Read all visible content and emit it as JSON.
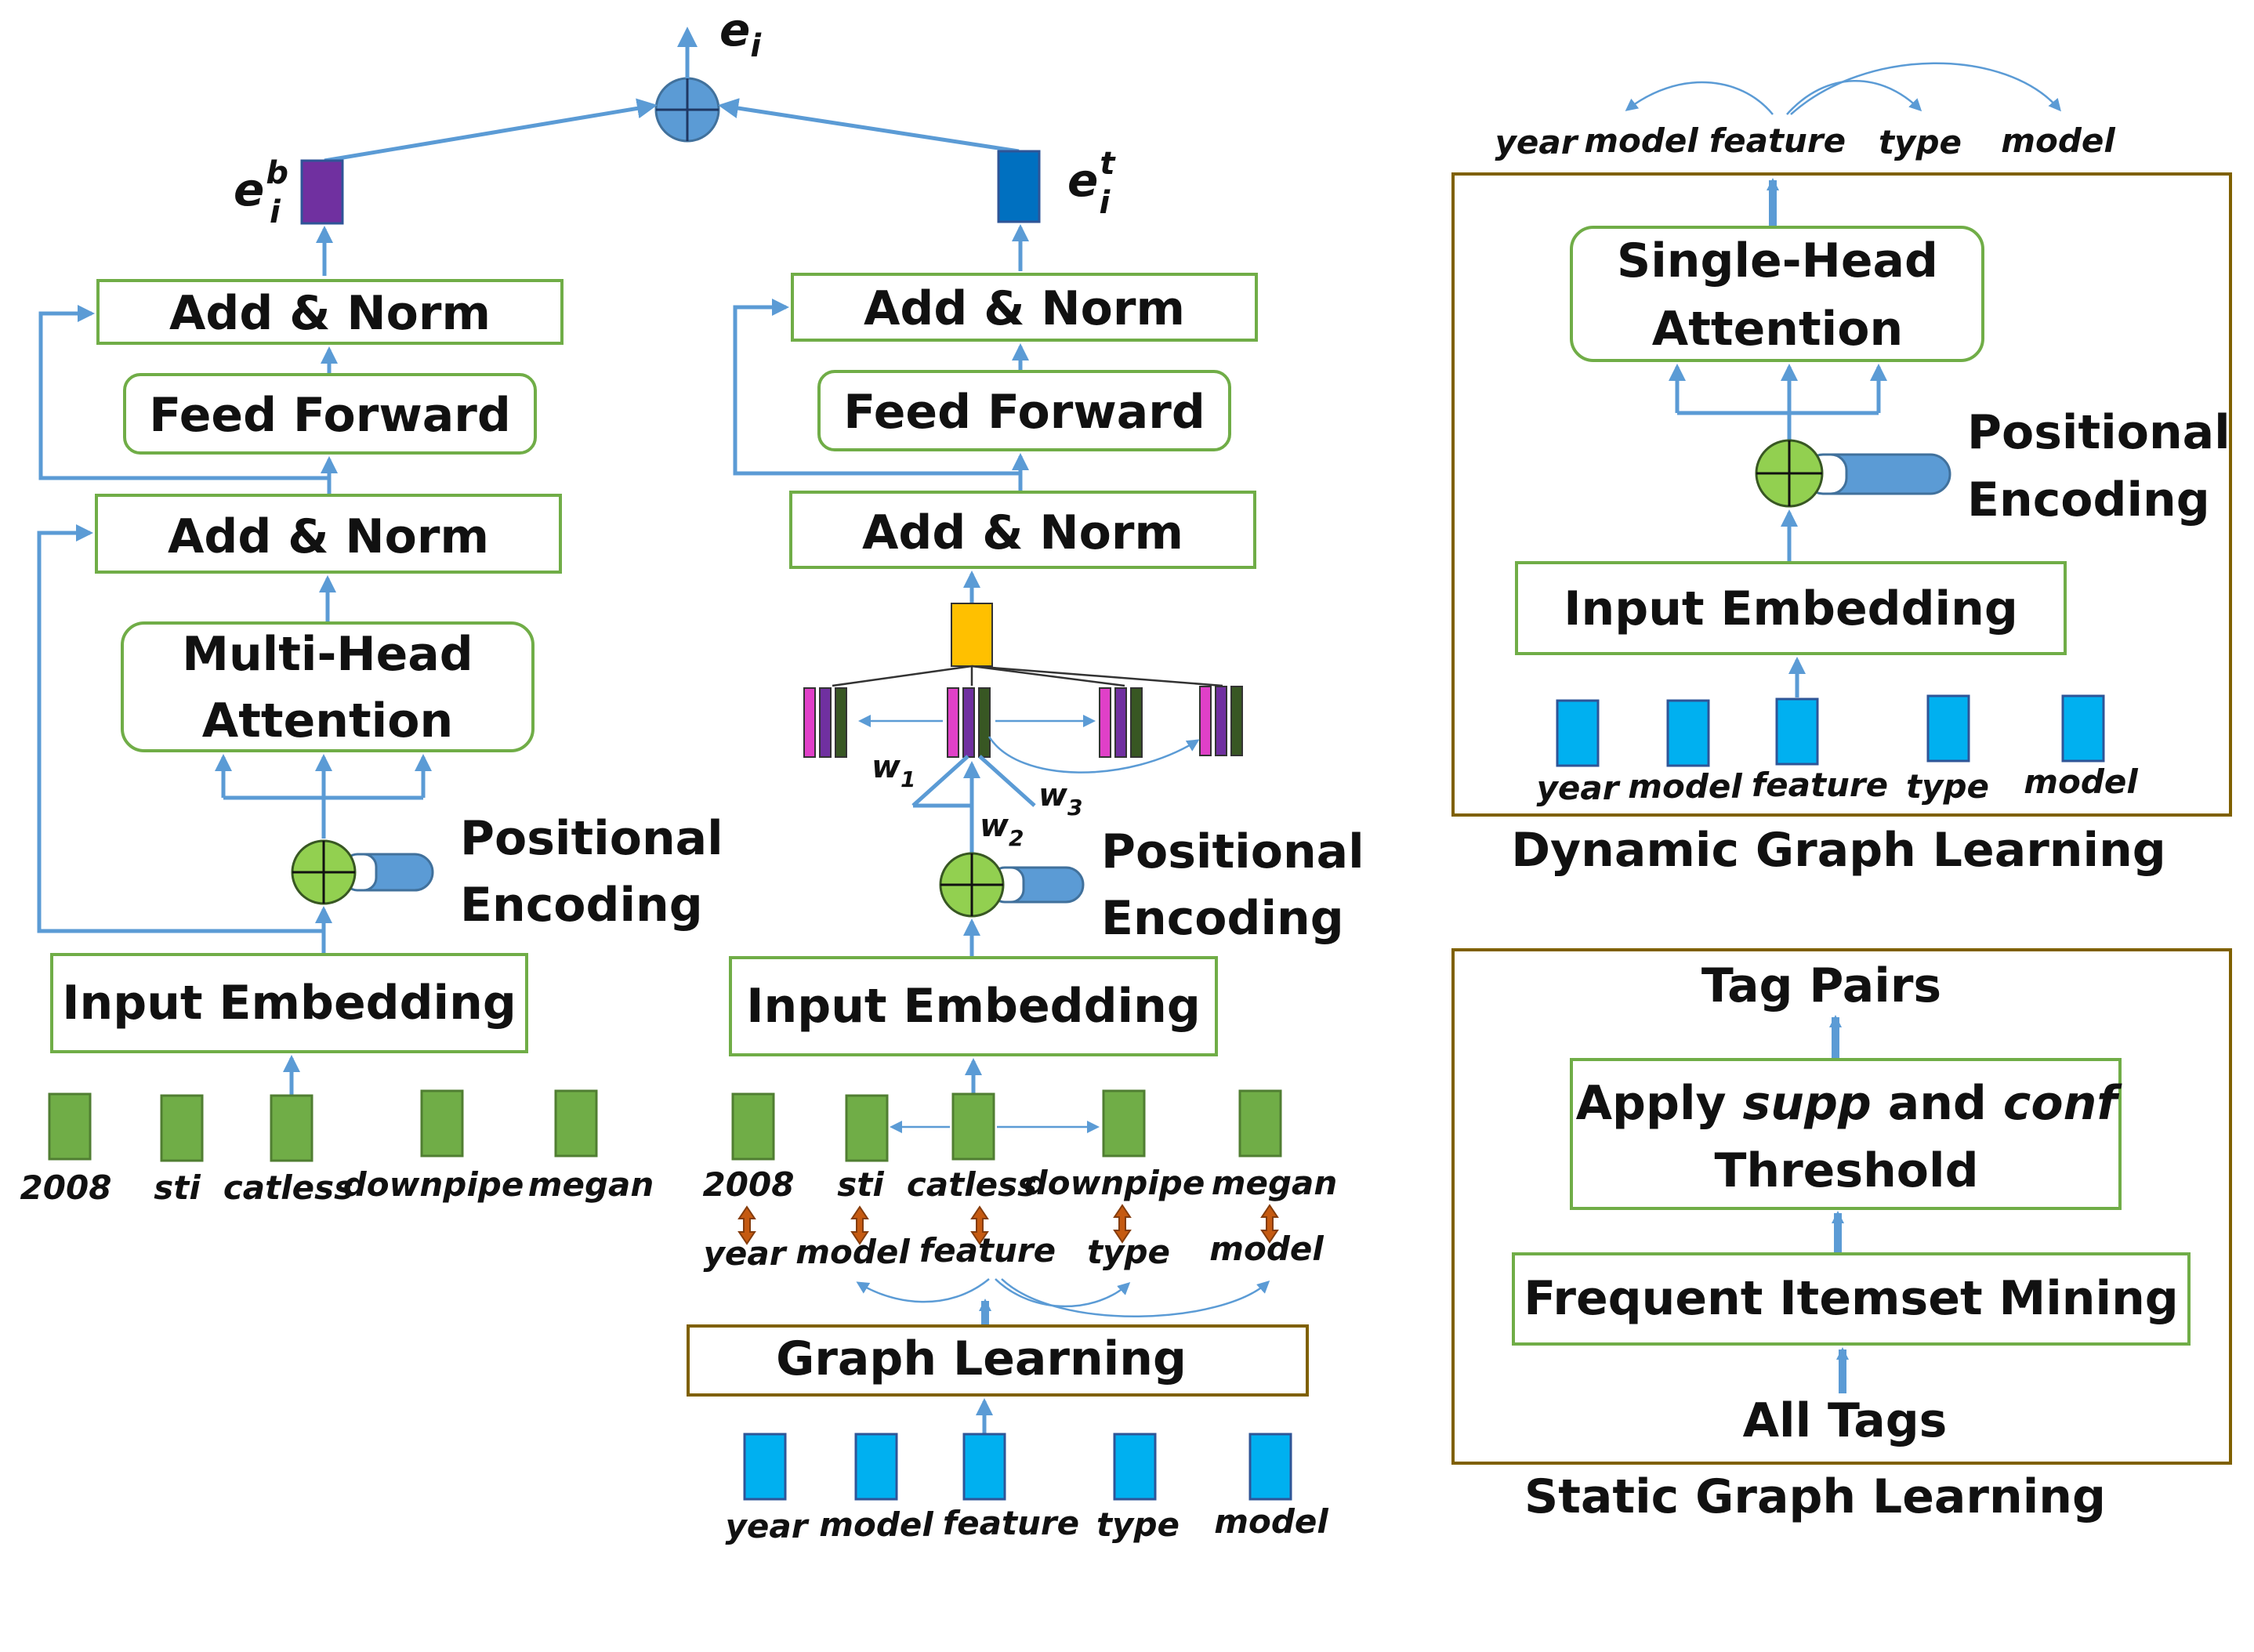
{
  "colors": {
    "arrow": "#5B9BD5",
    "box_border_green": "#70AD47",
    "box_border_brown": "#7F6000",
    "token_green": "#70AD47",
    "token_blue": "#00B0F0",
    "output_purple": "#7030A0",
    "output_blue": "#0070C0",
    "attention_orange": "#FFC000",
    "sum_blue": "#5B9BD5",
    "sum_green": "#92D050",
    "stripe_pink": "#E040C8",
    "stripe_purple": "#7030A0",
    "stripe_darkgreen": "#385723",
    "link_brown": "#843C0C"
  },
  "top": {
    "output_label": "e",
    "output_sub": "i"
  },
  "left_encoder": {
    "output_label": "e",
    "output_sup": "b",
    "output_sub": "i",
    "add_norm_top": "Add & Norm",
    "feed_forward": "Feed Forward",
    "add_norm_bottom": "Add & Norm",
    "attention_line1": "Multi-Head",
    "attention_line2": "Attention",
    "positional_line1": "Positional",
    "positional_line2": "Encoding",
    "input_embedding": "Input Embedding",
    "tokens": [
      "2008",
      "sti",
      "catless",
      "downpipe",
      "megan"
    ]
  },
  "middle_encoder": {
    "output_label": "e",
    "output_sup": "t",
    "output_sub": "i",
    "add_norm_top": "Add & Norm",
    "feed_forward": "Feed Forward",
    "add_norm_bottom": "Add & Norm",
    "weights": [
      {
        "base": "w",
        "sub": "1"
      },
      {
        "base": "w",
        "sub": "2"
      },
      {
        "base": "w",
        "sub": "3"
      }
    ],
    "positional_line1": "Positional",
    "positional_line2": "Encoding",
    "input_embedding": "Input Embedding",
    "tokens": [
      "2008",
      "sti",
      "catless",
      "downpipe",
      "megan"
    ],
    "tags": [
      "year",
      "model",
      "feature",
      "type",
      "model"
    ],
    "graph_learning": "Graph Learning",
    "bottom_tags": [
      "year",
      "model",
      "feature",
      "type",
      "model"
    ]
  },
  "dynamic_graph": {
    "top_tags": [
      "year",
      "model",
      "feature",
      "type",
      "model"
    ],
    "attention_line1": "Single-Head",
    "attention_line2": "Attention",
    "positional_line1": "Positional",
    "positional_line2": "Encoding",
    "input_embedding": "Input Embedding",
    "bottom_tags": [
      "year",
      "model",
      "feature",
      "type",
      "model"
    ],
    "title": "Dynamic Graph Learning"
  },
  "static_graph": {
    "tag_pairs": "Tag Pairs",
    "apply_prefix": "Apply ",
    "apply_supp": "supp",
    "apply_and": " and ",
    "apply_conf": "conf",
    "threshold": "Threshold",
    "mining": "Frequent Itemset Mining",
    "all_tags": "All Tags",
    "title": "Static Graph Learning"
  }
}
